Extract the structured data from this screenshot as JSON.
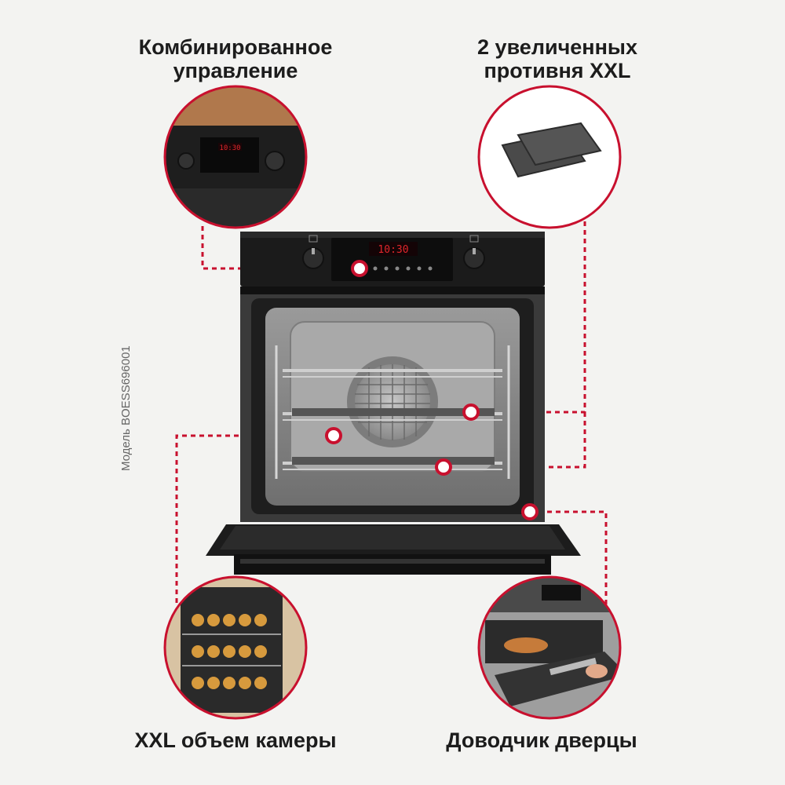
{
  "features": {
    "combined_control": [
      "Комбинированное",
      "управление"
    ],
    "trays": [
      "2 увеличенных",
      "противня XXL"
    ],
    "chamber": "XXL объем камеры",
    "door_closer": "Доводчик дверцы"
  },
  "model_label": "Модель BOESS696001",
  "display": {
    "time": "10:30"
  },
  "colors": {
    "accent": "#c8102e",
    "oven_black": "#1a1a1a",
    "steel": "#8a8a8a"
  }
}
